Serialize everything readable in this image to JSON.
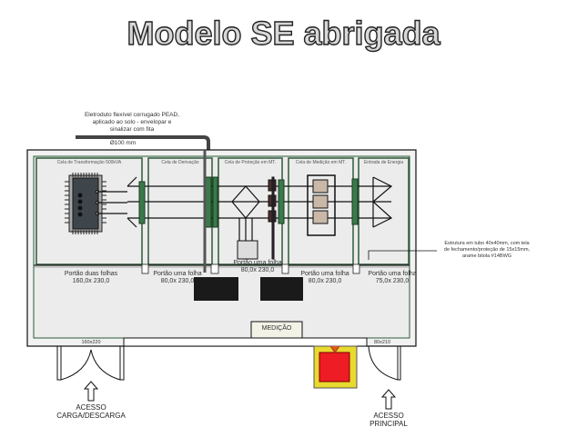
{
  "title": "Modelo SE abrigada",
  "conduit_note": {
    "lines": [
      "Eletroduto flexível corrugado PEAD,",
      "aplicado ao solo - envelopar e",
      "sinalizar com fita"
    ],
    "diameter": "Ø100 mm"
  },
  "cells": [
    {
      "label": "Cela de Transformação 500kVA"
    },
    {
      "label": "Cela de Derivação"
    },
    {
      "label": "Cela de Proteção em MT."
    },
    {
      "label": "Cela de Medição em MT."
    },
    {
      "label": "Entrada de Energia"
    }
  ],
  "gates": [
    {
      "name": "Portão duas folhas",
      "size": "160,0x 230,0"
    },
    {
      "name": "Portão uma folha",
      "size": "80,0x 230,0"
    },
    {
      "name": "Portão uma folha",
      "size": "80,0x 230,0"
    },
    {
      "name": "Portão uma folha",
      "size": "80,0x 230,0"
    },
    {
      "name": "Portão uma folha",
      "size": "75,0x 230,0"
    }
  ],
  "structure_note": [
    "Estrutura em tubo 40x40mm, com tela",
    "de fechamento/proteção de 15x15mm,",
    "arame bitola #14BWG"
  ],
  "measurement_room": "MEDIÇÃO",
  "doors": [
    {
      "size": "160x220",
      "access": [
        "ACESSO",
        "CARGA/DESCARGA"
      ]
    },
    {
      "size": "80x210",
      "access": [
        "ACESSO",
        "PRINCIPAL"
      ]
    }
  ],
  "colors": {
    "cell_fill": "#ececec",
    "cell_edge": "#2f5a3a",
    "meter_box": "#e8d92e",
    "meter_inner": "#ee1c24",
    "insulator": "#3a7a4a"
  }
}
